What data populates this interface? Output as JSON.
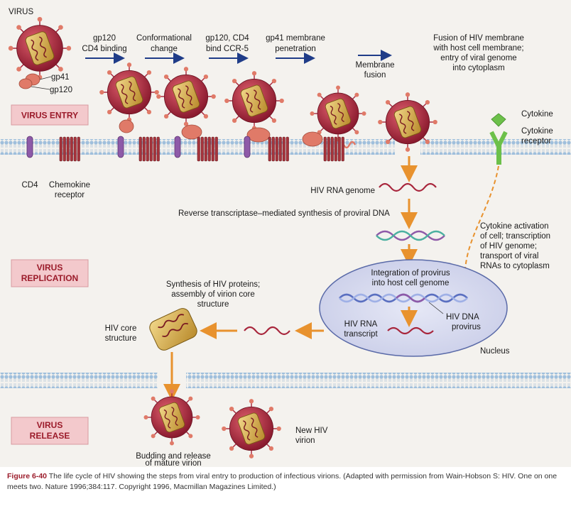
{
  "labels": {
    "virus": "VIRUS",
    "gp41": "gp41",
    "gp120": "gp120",
    "step1": [
      "gp120",
      "CD4 binding"
    ],
    "step2": [
      "Conformational",
      "change"
    ],
    "step3": [
      "gp120, CD4",
      "bind CCR-5"
    ],
    "step4": [
      "gp41 membrane",
      "penetration"
    ],
    "step5": [
      "Membrane",
      "fusion"
    ],
    "step6": [
      "Fusion of HIV membrane",
      "with host cell membrane;",
      "entry of viral genome",
      "into cytoplasm"
    ],
    "cytokine": "Cytokine",
    "cytokine_receptor": [
      "Cytokine",
      "receptor"
    ],
    "cd4": "CD4",
    "chemokine_receptor": [
      "Chemokine",
      "receptor"
    ],
    "hiv_rna_genome": "HIV RNA genome",
    "reverse_transcriptase": "Reverse transcriptase–mediated synthesis of proviral DNA",
    "cytokine_activation": [
      "Cytokine activation",
      "of cell; transcription",
      "of HIV genome;",
      "transport of viral",
      "RNAs to cytoplasm"
    ],
    "integration": [
      "Integration of provirus",
      "into host cell genome"
    ],
    "hiv_dna_provirus": [
      "HIV DNA",
      "provirus"
    ],
    "hiv_rna_transcript": [
      "HIV RNA",
      "transcript"
    ],
    "nucleus": "Nucleus",
    "synthesis": [
      "Synthesis of HIV proteins;",
      "assembly of virion core",
      "structure"
    ],
    "hiv_core": [
      "HIV core",
      "structure"
    ],
    "budding": [
      "Budding and release",
      "of mature virion"
    ],
    "new_virion": [
      "New HIV",
      "virion"
    ]
  },
  "stages": {
    "entry": [
      "VIRUS ENTRY"
    ],
    "replication": [
      "VIRUS",
      "REPLICATION"
    ],
    "release": [
      "VIRUS",
      "RELEASE"
    ]
  },
  "caption": {
    "figure": "Figure 6-40",
    "text": " The life cycle of HIV showing the steps from viral entry to production of infectious virions. (Adapted with permission from Wain-Hobson S: HIV. One on one meets two. Nature 1996;384:117. Copyright 1996, Macmillan Magazines Limited.)"
  },
  "colors": {
    "virion": "#a8263c",
    "core": "#d8b04a",
    "receptor_cd4": "#8e5aa8",
    "chemokine": "#a8343c",
    "membrane": "#a9c6e0",
    "arrow": "#e8922e",
    "blue_arrow": "#1f3c88",
    "stage_fill": "#f3c9cc",
    "stage_text": "#9b1b2a",
    "cytokine": "#6cc04a"
  }
}
